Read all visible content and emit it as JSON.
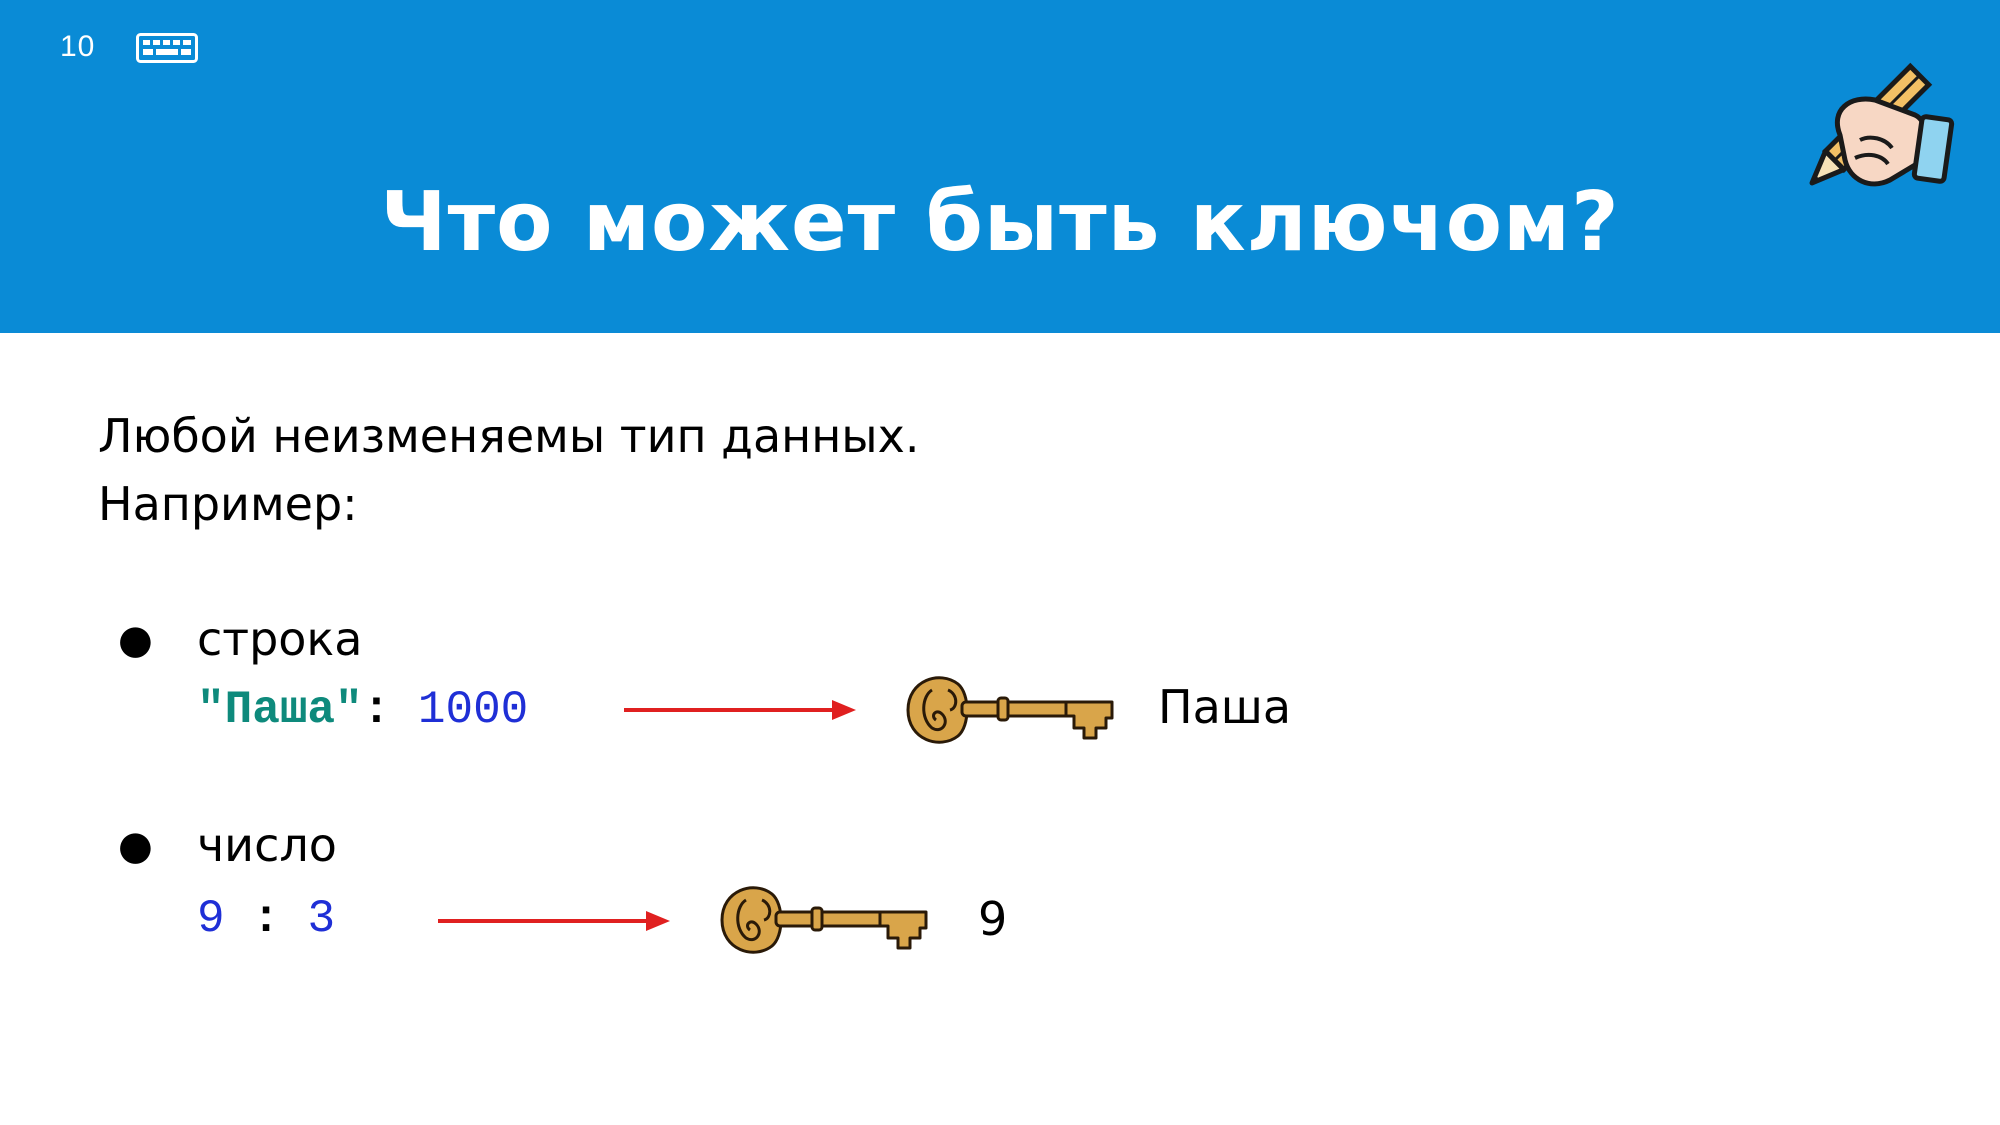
{
  "header": {
    "slide_number": "10",
    "title": "Что может быть ключом?",
    "keyboard_icon": "keyboard-icon",
    "hand_icon": "hand-writing-pencil-icon",
    "background_color": "#0a8bd6"
  },
  "content": {
    "line1": "Любой неизменяемы тип данных.",
    "line2": "Например:"
  },
  "items": [
    {
      "label": "строка",
      "code_key": "\"Паша\"",
      "code_sep": ":",
      "code_value": "1000",
      "key_label": "Паша"
    },
    {
      "label": "число",
      "code_key": "9",
      "code_sep": ":",
      "code_value": "3",
      "key_label": "9"
    }
  ],
  "colors": {
    "arrow": "#e02020",
    "string": "#0e8a7c",
    "number": "#1f2fd6",
    "key_gold": "#d9a54a"
  }
}
